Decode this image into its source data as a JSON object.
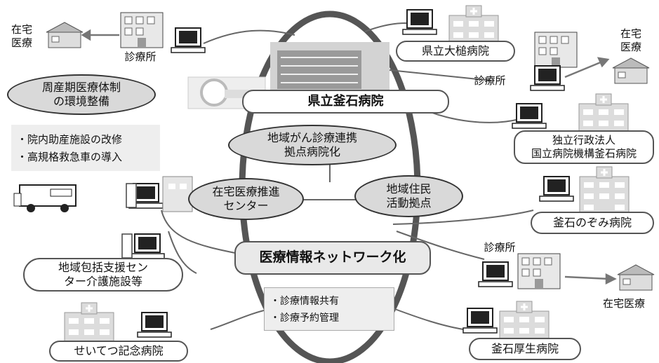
{
  "center": {
    "main_hospital": "県立釜石病院",
    "network": "医療情報ネットワーク化",
    "cancer_hub": "地域がん診療連携\n拠点病院化",
    "home_care": "在宅医療推進\nセンター",
    "community": "地域住民\n活動拠点"
  },
  "left": {
    "perinatal": "周産期医療体制\nの環境整備",
    "bullets": [
      "・院内助産施設の改修",
      "・高規格救急車の導入"
    ],
    "care_center": "地域包括支援セン\nター介護施設等",
    "seitetsu": "せいてつ記念病院"
  },
  "right": {
    "otsuchi": "県立大槌病院",
    "national": "独立行政法人\n国立病院機構釜石病院",
    "nozomi": "釜石のぞみ病院",
    "kosei": "釜石厚生病院"
  },
  "clinics": {
    "clinic_label": "診療所",
    "home_care_label": "在宅\n医療",
    "home_care_label_flat": "在宅医療"
  },
  "network_items": [
    "・診療情報共有",
    "・診療予約管理"
  ],
  "colors": {
    "accent": "#d9d9d9",
    "stroke": "#555555"
  },
  "icons": [
    "house-icon",
    "clinic-building-icon",
    "computer-icon",
    "hospital-building-icon",
    "ambulance-icon",
    "mri-icon"
  ]
}
